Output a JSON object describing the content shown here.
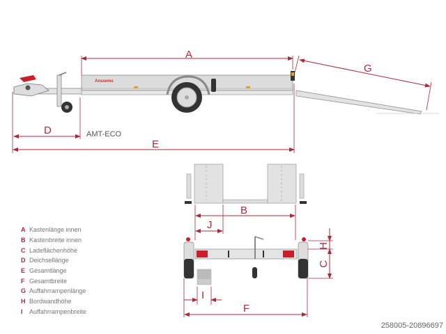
{
  "diagram": {
    "model_label": "AMT-ECO",
    "brand_label": "Anssems",
    "reference_number": "258005-20896697",
    "colors": {
      "dimension": "#b0263a",
      "trailer_body": "#dcdcdc",
      "outline": "#888888",
      "tail_light": "#c8202a"
    },
    "side_view_dimensions": {
      "A": "A",
      "D": "D",
      "E": "E",
      "G": "G"
    },
    "rear_view_dimensions": {
      "B": "B",
      "J": "J",
      "H": "H",
      "C": "C",
      "I": "I",
      "F": "F"
    },
    "legend": [
      {
        "key": "A",
        "label": "Kastenlänge innen"
      },
      {
        "key": "B",
        "label": "Kastenbreite innen"
      },
      {
        "key": "C",
        "label": "Ladeflächenhöhe"
      },
      {
        "key": "D",
        "label": "Deichsellänge"
      },
      {
        "key": "E",
        "label": "Gesamtlänge"
      },
      {
        "key": "F",
        "label": "Gesamtbreite"
      },
      {
        "key": "G",
        "label": "Auffahrrampenlänge"
      },
      {
        "key": "H",
        "label": "Bordwandhöhe"
      },
      {
        "key": "I",
        "label": "Auffahrrampenbreite"
      }
    ]
  }
}
